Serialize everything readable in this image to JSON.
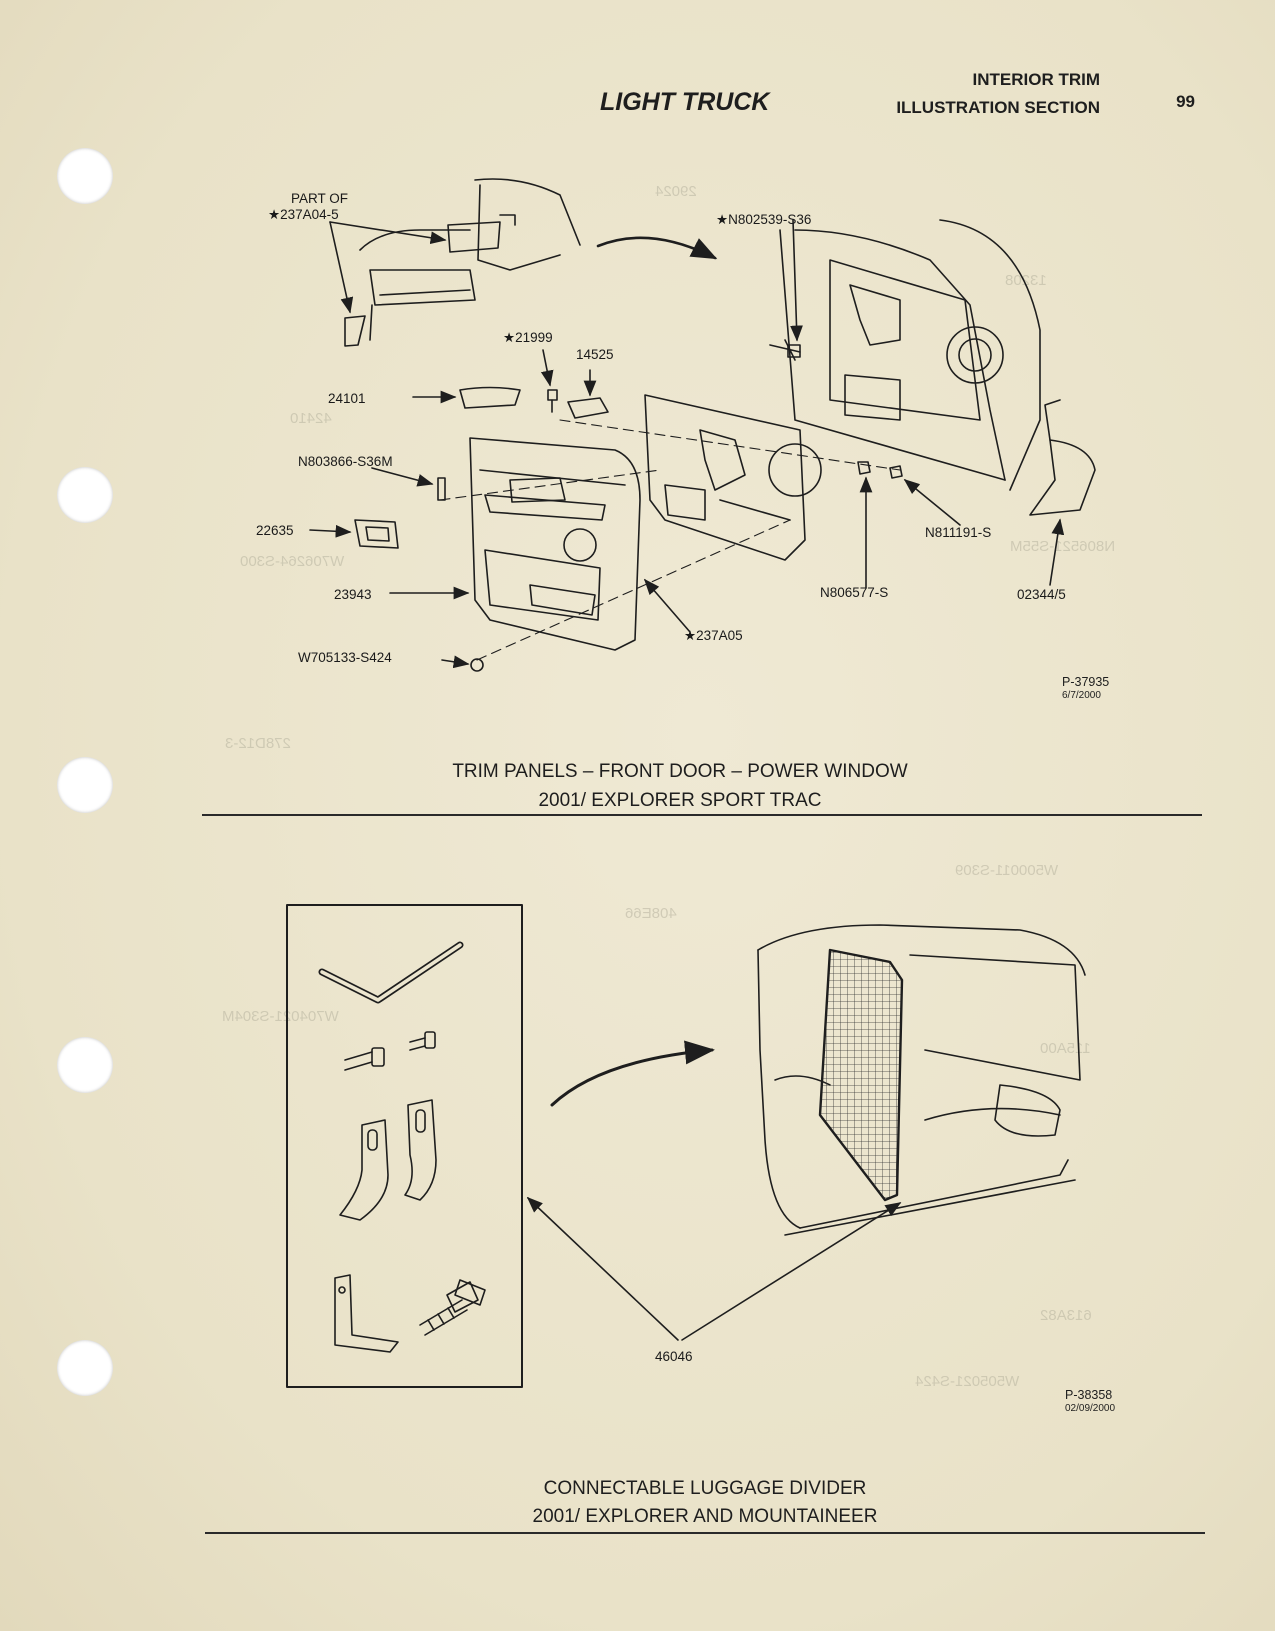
{
  "header": {
    "section_line1": "INTERIOR TRIM",
    "section_line2": "ILLUSTRATION SECTION",
    "page_number": "99",
    "title": "LIGHT TRUCK"
  },
  "figure1": {
    "labels": {
      "part_of": "PART OF",
      "p237a04": "★237A04-5",
      "n802539": "★N802539-S36",
      "p21999": "★21999",
      "p14525": "14525",
      "p24101": "24101",
      "n803866": "N803866-S36M",
      "p22635": "22635",
      "p23943": "23943",
      "w705133": "W705133-S424",
      "p237a05": "★237A05",
      "n806577": "N806577-S",
      "n811191": "N811191-S",
      "p02344": "02344/5"
    },
    "ref": "P-37935",
    "ref_date": "6/7/2000",
    "caption_line1": "TRIM PANELS – FRONT DOOR – POWER WINDOW",
    "caption_line2": "2001/ EXPLORER SPORT TRAC"
  },
  "figure2": {
    "labels": {
      "p46046": "46046"
    },
    "ref": "P-38358",
    "ref_date": "02/09/2000",
    "caption_line1": "CONNECTABLE LUGGAGE DIVIDER",
    "caption_line2": "2001/ EXPLORER AND MOUNTAINEER"
  },
  "bleed_through": [
    "29024",
    "13208",
    "42410",
    "W706264-S300",
    "N806521-S55M",
    "278D12-3",
    "W500011-S309",
    "408E66",
    "W704021-S304M",
    "115A00",
    "613A82",
    "W505021-S424"
  ]
}
